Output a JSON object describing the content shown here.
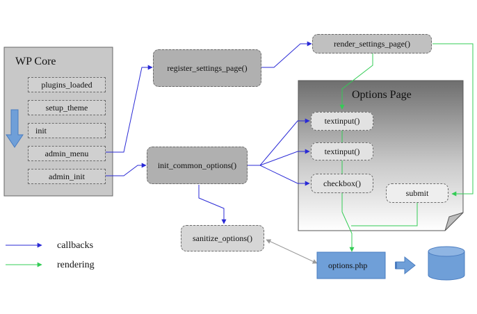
{
  "wp_core": {
    "title": "WP Core",
    "hooks": [
      "plugins_loaded",
      "setup_theme",
      "init",
      "admin_menu",
      "admin_init"
    ]
  },
  "functions": {
    "register_settings_page": "register_settings_page()",
    "render_settings_page": "render_settings_page()",
    "init_common_options": "init_common_options()",
    "sanitize_options": "sanitize_options()"
  },
  "options_page": {
    "title": "Options Page",
    "fields": [
      "textinput()",
      "textinput()",
      "checkbox()"
    ],
    "submit": "submit"
  },
  "file": {
    "name": "options.php"
  },
  "legend": {
    "callbacks": "callbacks",
    "rendering": "rendering"
  },
  "colors": {
    "callback": "#2a2ad6",
    "rendering": "#33cc55",
    "box_fill": "#d0d0d0",
    "box_fill_dark": "#b0b0b0",
    "file_fill": "#6f9fd8",
    "wp_core_fill": "#c8c8c8"
  }
}
